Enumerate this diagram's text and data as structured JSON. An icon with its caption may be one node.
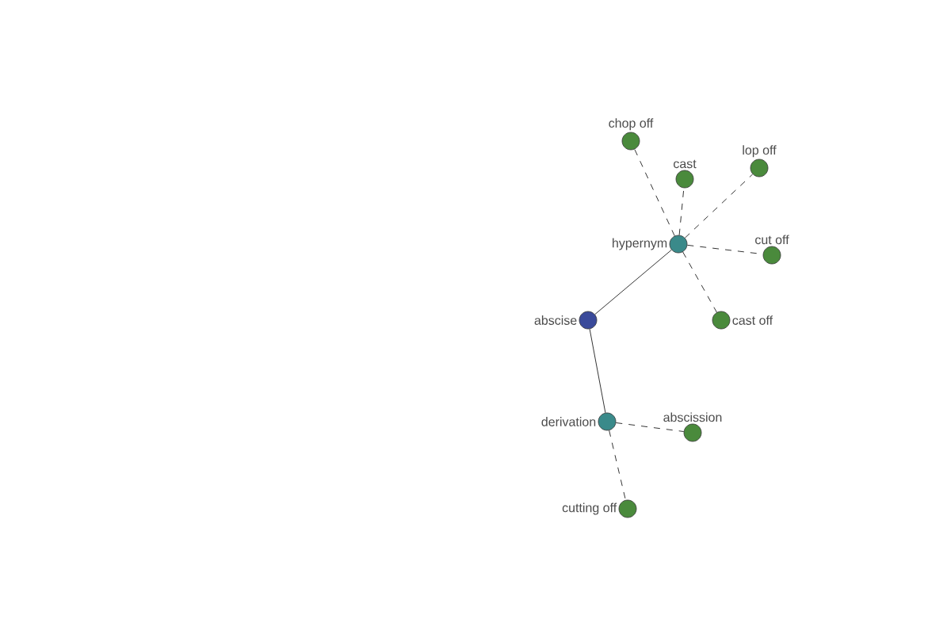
{
  "diagram": {
    "nodes": [
      {
        "text": [
          "abscise"
        ]
      },
      {
        "text": [
          "hypernym"
        ]
      },
      {
        "text": [
          "derivation"
        ]
      },
      {
        "text": [
          "chop off"
        ]
      },
      {
        "text": [
          "cast"
        ]
      },
      {
        "text": [
          "lop off"
        ]
      },
      {
        "text": [
          "cut off"
        ]
      },
      {
        "text": [
          "cast off"
        ]
      },
      {
        "text": [
          "abscission"
        ]
      },
      {
        "text": [
          "cutting off"
        ]
      }
    ],
    "edges": [
      {
        "from": 0,
        "to": 1,
        "arrow": "none"
      },
      {
        "from": 0,
        "to": 2,
        "arrow": "none"
      },
      {
        "from": 1,
        "to": 3,
        "arrow": "none",
        "style": "dashed"
      },
      {
        "from": 1,
        "to": 4,
        "arrow": "none",
        "style": "dashed"
      },
      {
        "from": 1,
        "to": 5,
        "arrow": "none",
        "style": "dashed"
      },
      {
        "from": 1,
        "to": 6,
        "arrow": "none",
        "style": "dashed"
      },
      {
        "from": 1,
        "to": 7,
        "arrow": "none",
        "style": "dashed"
      },
      {
        "from": 2,
        "to": 8,
        "arrow": "none",
        "style": "dashed"
      },
      {
        "from": 2,
        "to": 9,
        "arrow": "none",
        "style": "dashed"
      }
    ]
  }
}
